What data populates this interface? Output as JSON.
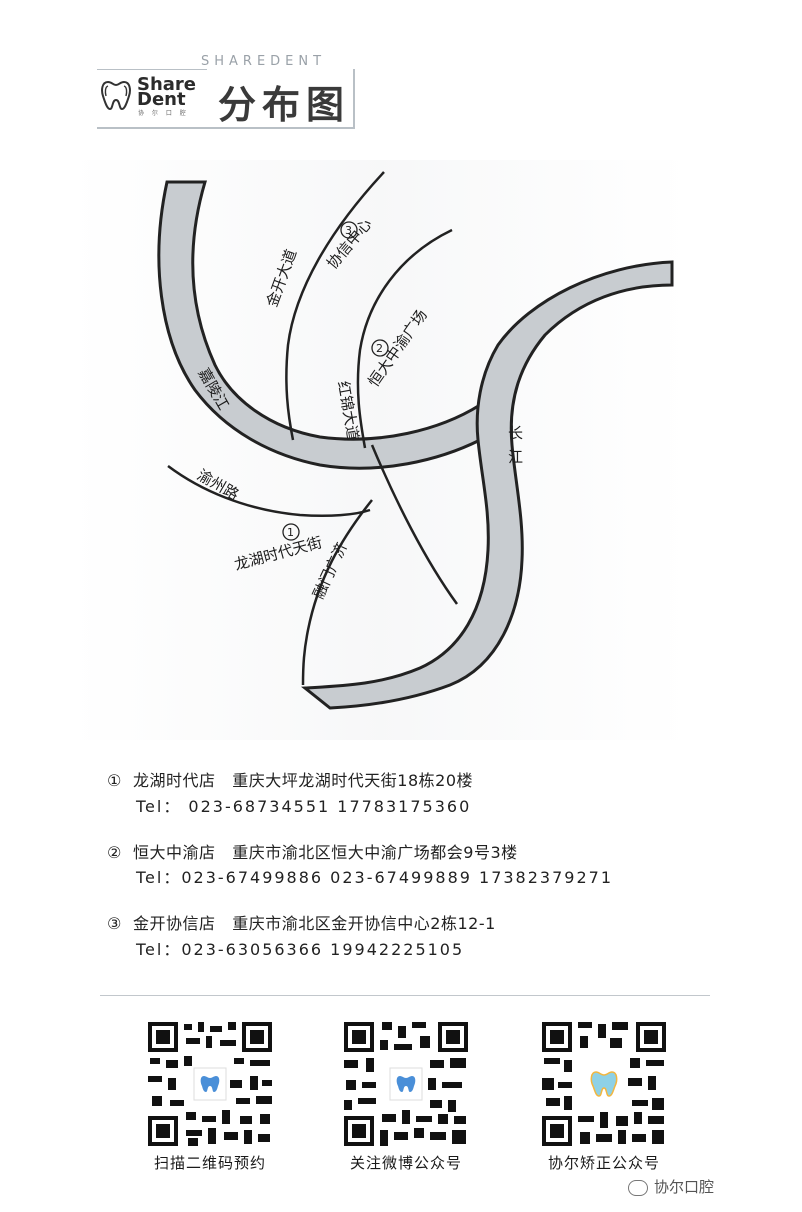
{
  "header": {
    "brand_sub": "SHAREDENT",
    "logo_text_line1": "Share",
    "logo_text_line2": "Dent",
    "logo_cn": "协 尔 口 腔",
    "title": "分布图"
  },
  "map": {
    "labels": {
      "jialing": "嘉陵江",
      "changjiang_1": "长",
      "changjiang_2": "江",
      "jinkai": "金开大道",
      "xiexin": "协信中心",
      "hongjin": "红锦大道",
      "hengda": "恒大中渝广场",
      "yuzhou": "渝州路",
      "longhu": "龙湖时代天街",
      "lutong": "融门广济",
      "circle1": "①",
      "circle2": "②",
      "circle3": "③"
    }
  },
  "stores": [
    {
      "num": "①",
      "name": "龙湖时代店",
      "address": "重庆大坪龙湖时代天街18栋20楼",
      "tel": "Tel： 023-68734551   17783175360"
    },
    {
      "num": "②",
      "name": "恒大中渝店",
      "address": "重庆市渝北区恒大中渝广场都会9号3楼",
      "tel": "Tel：023-67499886   023-67499889  17382379271"
    },
    {
      "num": "③",
      "name": "金开协信店",
      "address": "重庆市渝北区金开协信中心2栋12-1",
      "tel": "Tel：023-63056366  19942225105"
    }
  ],
  "qr_codes": [
    {
      "label": "扫描二维码预约"
    },
    {
      "label": "关注微博公众号"
    },
    {
      "label": "协尔矫正公众号"
    }
  ],
  "footer": {
    "wechat_mark": "协尔口腔"
  }
}
